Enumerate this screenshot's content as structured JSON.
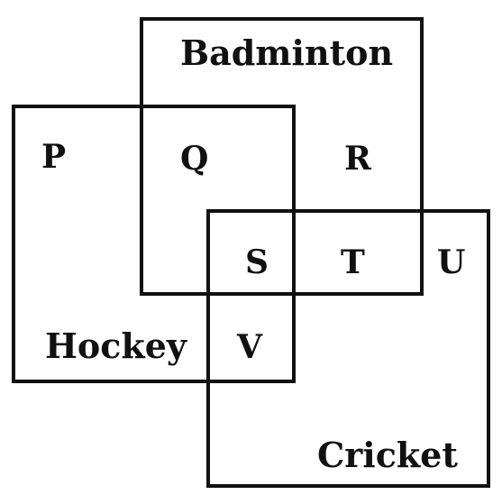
{
  "sets": {
    "badminton": "Badminton",
    "hockey": "Hockey",
    "cricket": "Cricket"
  },
  "regions": {
    "p": "P",
    "q": "Q",
    "r": "R",
    "s": "S",
    "t": "T",
    "u": "U",
    "v": "V"
  },
  "colors": {
    "line": "#111111",
    "background": "#ffffff"
  }
}
